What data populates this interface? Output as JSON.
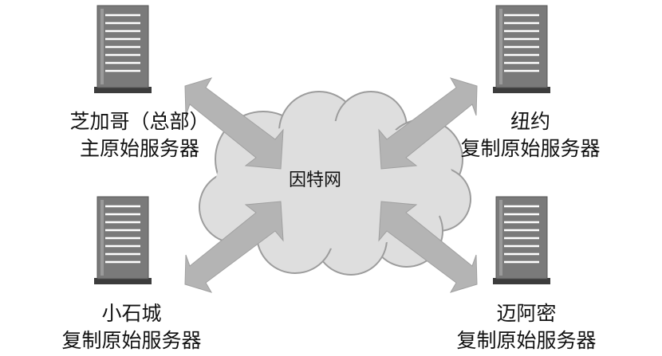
{
  "internet": {
    "label": "因特网"
  },
  "servers": [
    {
      "id": "chicago",
      "line1": "芝加哥（总部）",
      "line2": "主原始服务器"
    },
    {
      "id": "newyork",
      "line1": "纽约",
      "line2": "复制原始服务器"
    },
    {
      "id": "littlerock",
      "line1": "小石城",
      "line2": "复制原始服务器"
    },
    {
      "id": "miami",
      "line1": "迈阿密",
      "line2": "复制原始服务器"
    }
  ],
  "colors": {
    "server_body": "#7a7a7a",
    "server_dark": "#3c3c3c",
    "server_lines": "#ffffff",
    "cloud_fill": "#dedede",
    "cloud_stroke": "#9c9c9c",
    "arrow_fill": "#b4b4b4"
  }
}
